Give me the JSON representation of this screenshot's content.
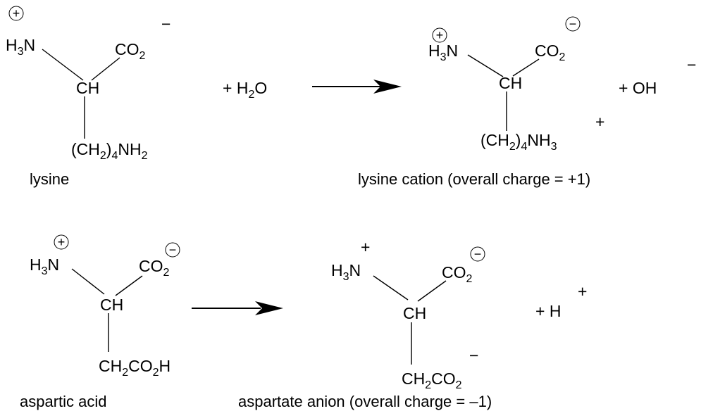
{
  "reaction1": {
    "reactant": {
      "nh3_main": "H",
      "nh3_sub": "3",
      "nh3_tail": "N",
      "nh3_charge": "+",
      "co2_main": "CO",
      "co2_sub": "2",
      "co2_charge": "−",
      "ch": "CH",
      "side_open": "(CH",
      "side_sub1": "2",
      "side_close": ")",
      "side_sub2": "4",
      "side_nh": "NH",
      "side_sub3": "2",
      "caption": "lysine"
    },
    "plus_water": "+  H",
    "water_sub": "2",
    "water_o": "O",
    "product": {
      "nh3_main": "H",
      "nh3_sub": "3",
      "nh3_tail": "N",
      "nh3_charge": "+",
      "co2_main": "CO",
      "co2_sub": "2",
      "co2_charge": "−",
      "ch": "CH",
      "side_open": "(CH",
      "side_sub1": "2",
      "side_close": ")",
      "side_sub2": "4",
      "side_nh": "NH",
      "side_sub3": "3",
      "side_charge": "+",
      "caption": "lysine cation (overall charge = +1)"
    },
    "plus_hydroxide": "+  OH",
    "hydroxide_charge": "−"
  },
  "reaction2": {
    "reactant": {
      "nh3_main": "H",
      "nh3_sub": "3",
      "nh3_tail": "N",
      "nh3_charge": "+",
      "co2_main": "CO",
      "co2_sub": "2",
      "co2_charge": "−",
      "ch": "CH",
      "side_a": "CH",
      "side_sub1": "2",
      "side_b": "CO",
      "side_sub2": "2",
      "side_c": "H",
      "caption": "aspartic acid"
    },
    "product": {
      "nh3_main": "H",
      "nh3_sub": "3",
      "nh3_tail": "N",
      "nh3_charge": "+",
      "co2_main": "CO",
      "co2_sub": "2",
      "co2_charge": "−",
      "ch": "CH",
      "side_a": "CH",
      "side_sub1": "2",
      "side_b": "CO",
      "side_sub2": "2",
      "side_charge": "−",
      "caption": "aspartate anion (overall charge = –1)"
    },
    "plus_proton": "+  H",
    "proton_charge": "+"
  }
}
